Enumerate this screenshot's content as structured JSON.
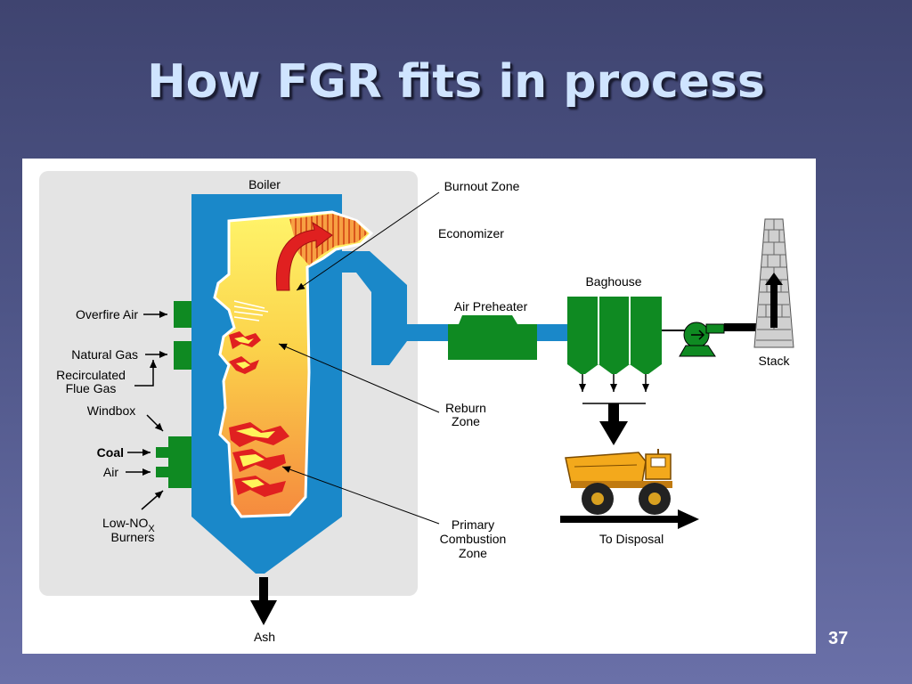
{
  "slide": {
    "title": "How FGR fits in process",
    "number": "37"
  },
  "labels": {
    "boiler": "Boiler",
    "burnout_zone": "Burnout Zone",
    "economizer": "Economizer",
    "air_preheater": "Air Preheater",
    "baghouse": "Baghouse",
    "stack": "Stack",
    "overfire_air": "Overfire Air",
    "natural_gas": "Natural Gas",
    "recirculated_line1": "Recirculated",
    "recirculated_line2": "Flue Gas",
    "windbox": "Windbox",
    "coal": "Coal",
    "air": "Air",
    "low_nox_line1": "Low-NO",
    "low_nox_subscript": "X",
    "low_nox_line2": "Burners",
    "reburn_line1": "Reburn",
    "reburn_line2": "Zone",
    "primary_line1": "Primary",
    "primary_line2": "Combustion",
    "primary_line3": "Zone",
    "to_disposal": "To Disposal",
    "ash": "Ash"
  },
  "colors": {
    "boiler_blue": "#1a88c9",
    "equipment_green": "#0f8a22",
    "flame_yellow": "#fff35a",
    "flame_orange": "#f7a043",
    "flame_red": "#e02020"
  }
}
